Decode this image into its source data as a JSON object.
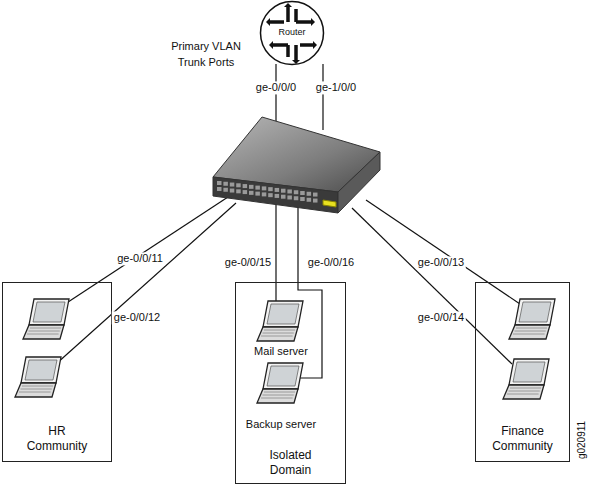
{
  "diagram": {
    "nodes": [
      {
        "text": [
          "Router"
        ]
      },
      {
        "text": [
          "HR Community"
        ]
      },
      {
        "text": [
          "Isolated Domain"
        ]
      },
      {
        "text": [
          "Finance Community"
        ]
      }
    ],
    "labels": [
      "Primary VLAN Trunk Ports",
      "ge-0/0/0",
      "ge-1/0/0",
      "ge-0/0/11",
      "ge-0/0/15",
      "ge-0/0/16",
      "ge-0/0/13",
      "ge-0/0/12",
      "Mail server",
      "ge-0/0/14",
      "Backup server",
      "g020911"
    ]
  }
}
